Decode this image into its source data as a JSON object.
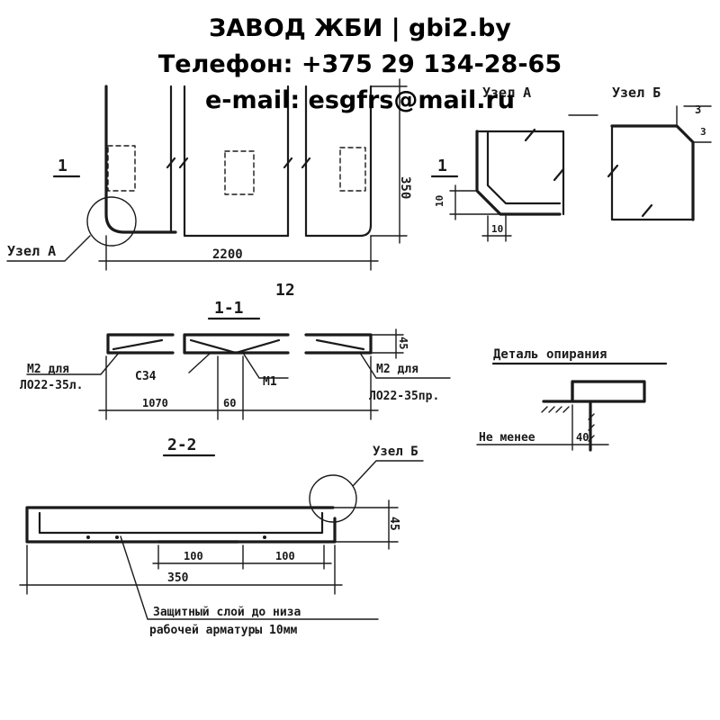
{
  "header": {
    "line1": "ЗАВОД ЖБИ | gbi2.by",
    "line2": "Телефон: +375 29 134-28-65",
    "line3": "e-mail: esgfrs@mail.ru"
  },
  "plan": {
    "section_mark_left": "1",
    "section_mark_right": "1",
    "node_a_label": "Узел А",
    "dim_length": "2200",
    "dim_height": "350",
    "mark_12": "12"
  },
  "node_a": {
    "title": "Узел А",
    "dim_v": "10",
    "dim_h": "10"
  },
  "node_b": {
    "title": "Узел Б",
    "dim_3": "3",
    "dim_side": "3"
  },
  "section_1_1": {
    "title": "1-1",
    "height": "45",
    "m2_left": "М2 для",
    "m2_left_sub": "ЛО22-35л.",
    "c34": "С34",
    "dim_1070": "1070",
    "dim_60": "60",
    "m1": "М1",
    "m2_right": "М2 для",
    "m2_right_sub": "ЛО22-35пр."
  },
  "support_detail": {
    "title": "Деталь опирания",
    "note": "Не менее",
    "dim": "40"
  },
  "section_2_2": {
    "title": "2-2",
    "node_b_label": "Узел Б",
    "height": "45",
    "dim_100_left": "100",
    "dim_100_right": "100",
    "width": "350",
    "note_line1": "Защитный слой до низа",
    "note_line2": "рабочей арматуры 10мм"
  }
}
